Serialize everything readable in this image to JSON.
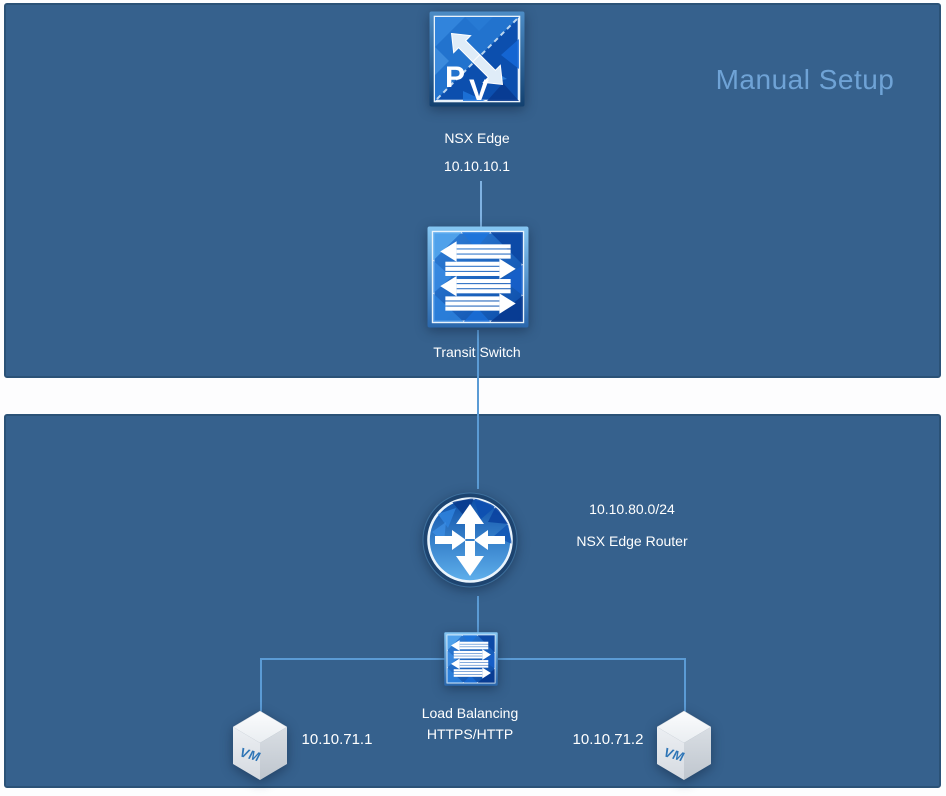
{
  "header": {
    "title": "Manual Setup",
    "title_color": "#6FA3D6"
  },
  "colors": {
    "panel_fill": "#36618D",
    "panel_border": "#2B5277",
    "connector_line": "#5B9BD5",
    "label_text": "#FFFFFF"
  },
  "top_panel": {
    "nsx_edge": {
      "label": "NSX Edge",
      "ip": "10.10.10.1",
      "icon_letter_p": "P",
      "icon_letter_v": "V"
    },
    "transit_switch": {
      "label": "Transit Switch"
    }
  },
  "bottom_panel": {
    "edge_router": {
      "subnet": "10.10.80.0/24",
      "label": "NSX Edge Router"
    },
    "load_balancer": {
      "label_line1": "Load Balancing",
      "label_line2": "HTTPS/HTTP"
    },
    "vm_left": {
      "ip": "10.10.71.1",
      "cube_label": "VM"
    },
    "vm_right": {
      "ip": "10.10.71.2",
      "cube_label": "VM"
    }
  }
}
